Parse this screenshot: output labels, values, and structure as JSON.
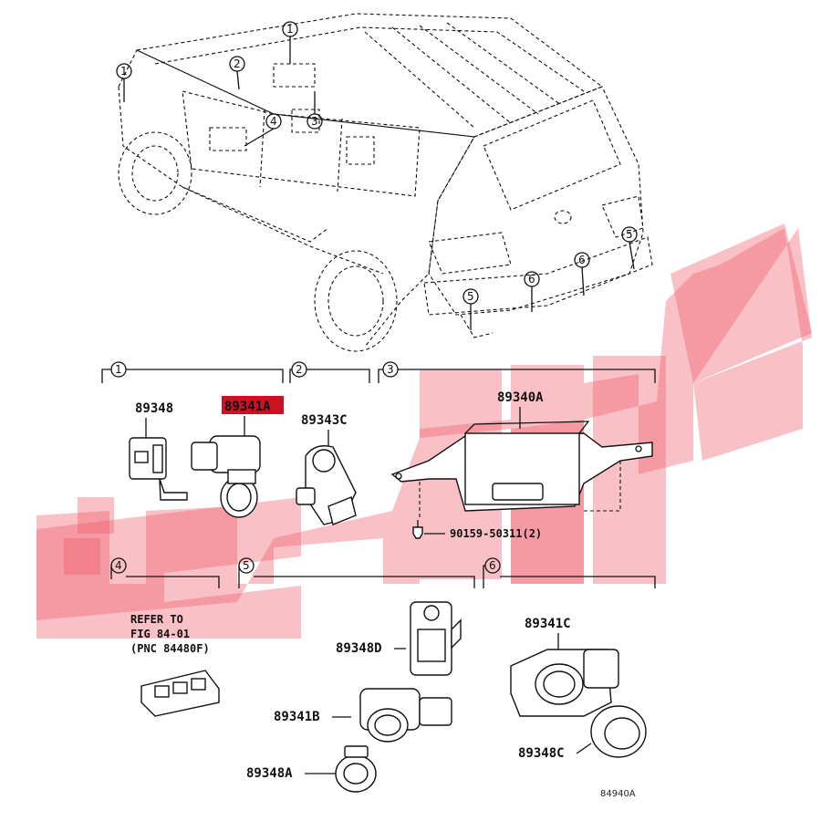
{
  "callouts": [
    "1",
    "2",
    "3",
    "4",
    "5",
    "6"
  ],
  "sections": [
    {
      "num": "1",
      "parts": [
        "89348",
        "89341A"
      ]
    },
    {
      "num": "2",
      "parts": [
        "89343C"
      ]
    },
    {
      "num": "3",
      "parts": [
        "89340A",
        "90159-50311(2)"
      ]
    },
    {
      "num": "4",
      "note": [
        "REFER TO",
        "FIG 84-01",
        "(PNC 84480F)"
      ]
    },
    {
      "num": "5",
      "parts": [
        "89348D",
        "89341B",
        "89348A"
      ]
    },
    {
      "num": "6",
      "parts": [
        "89341C",
        "89348C"
      ]
    }
  ],
  "highlight": {
    "part": "89341A",
    "color": "#cc1122"
  },
  "watermark": {
    "color": "#ee5a68"
  },
  "figure_code": "84940A"
}
